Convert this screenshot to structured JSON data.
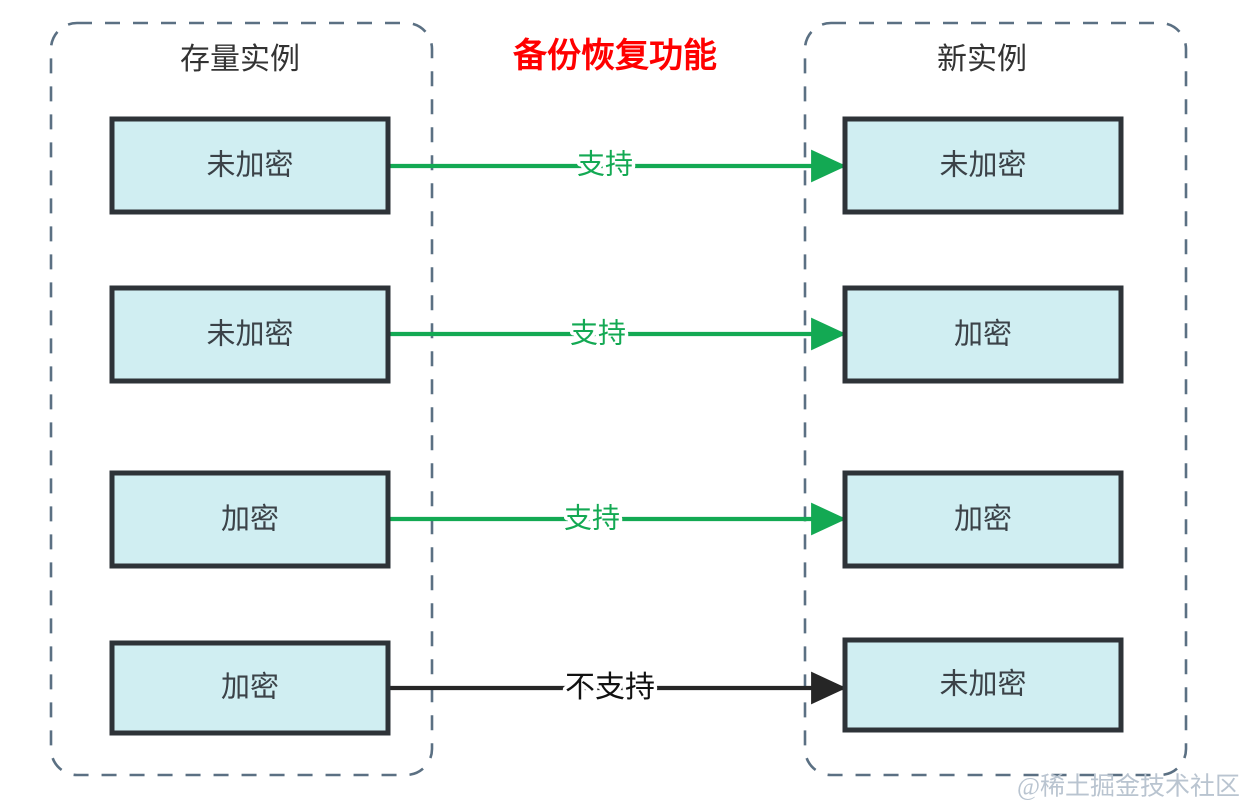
{
  "diagram": {
    "title_center": "备份恢复功能",
    "panels": [
      {
        "id": "left",
        "title": "存量实例"
      },
      {
        "id": "right",
        "title": "新实例"
      }
    ],
    "rows": [
      {
        "source_label": "未加密",
        "target_label": "未加密",
        "edge_label": "支持",
        "edge_color": "#13a953",
        "supported": true
      },
      {
        "source_label": "未加密",
        "target_label": "加密",
        "edge_label": "支持",
        "edge_color": "#13a953",
        "supported": true
      },
      {
        "source_label": "加密",
        "target_label": "加密",
        "edge_label": "支持",
        "edge_color": "#13a953",
        "supported": true
      },
      {
        "source_label": "加密",
        "target_label": "未加密",
        "edge_label": "不支持",
        "edge_color": "#262626",
        "supported": false
      }
    ],
    "watermark": "@稀土掘金技术社区",
    "colors": {
      "box_fill": "#d0eef2",
      "box_border": "#2e3338",
      "panel_border": "#5b7083",
      "supported": "#13a953",
      "unsupported": "#262626",
      "title_accent": "#ff0000",
      "watermark": "#b9c4d0"
    }
  }
}
